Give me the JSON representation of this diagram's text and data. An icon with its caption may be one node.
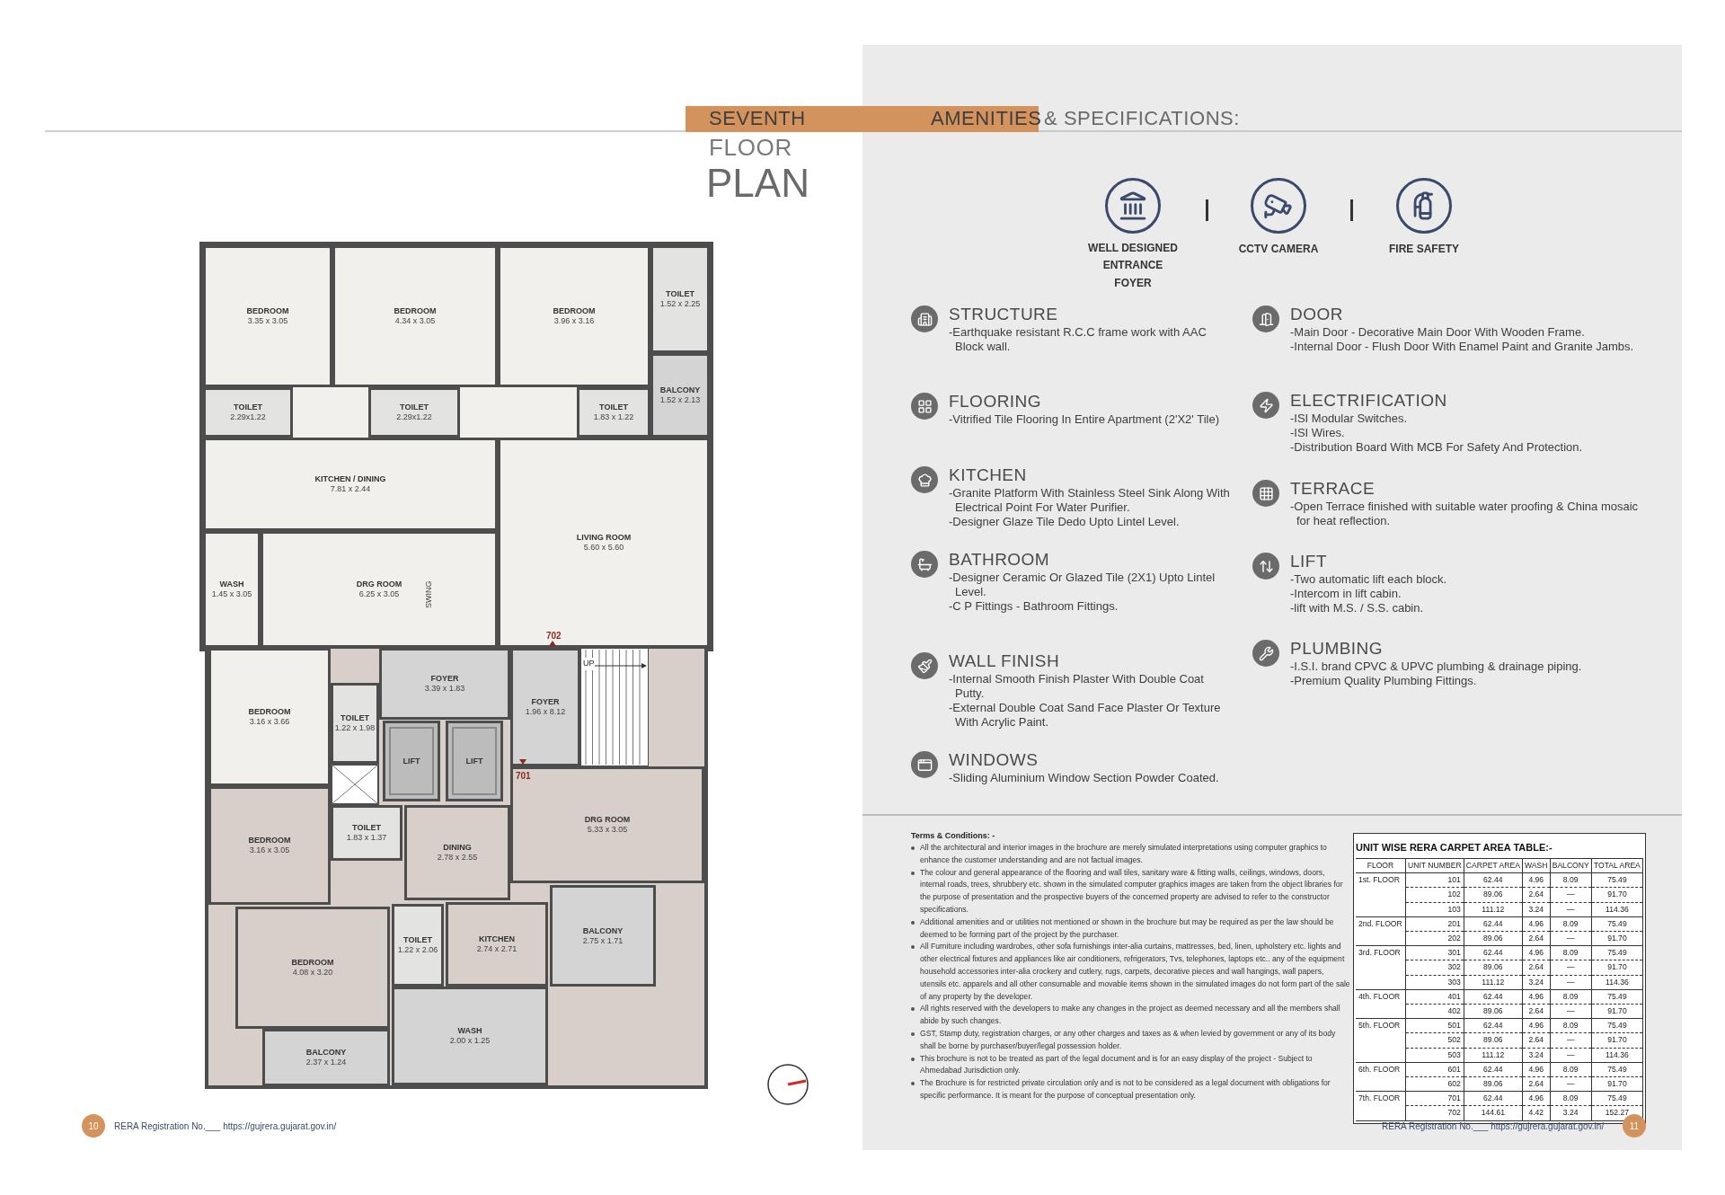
{
  "diagram": {
    "nodes": [
      {
        "text": [
          "BEDROOM",
          "3.35 x 3.05"
        ]
      },
      {
        "text": [
          "BEDROOM",
          "4.34 x 3.05"
        ]
      },
      {
        "text": [
          "BEDROOM",
          "3.96 x 3.16"
        ]
      },
      {
        "text": [
          "TOILET",
          "1.52 x 2.25"
        ]
      },
      {
        "text": [
          "TOILET",
          "2.29x1.22"
        ]
      },
      {
        "text": [
          "TOILET",
          "2.29x1.22"
        ]
      },
      {
        "text": [
          "TOILET",
          "1.83 x 1.22"
        ]
      },
      {
        "text": [
          "BALCONY",
          "1.52 x 2.13"
        ]
      },
      {
        "text": [
          "KITCHEN / DINING",
          "7.81 x 2.44"
        ]
      },
      {
        "text": [
          "LIVING ROOM",
          "5.60 x 5.60"
        ]
      },
      {
        "text": [
          "WASH",
          "1.45 x 3.05"
        ]
      },
      {
        "text": [
          "DRG ROOM",
          "6.25 x 3.05"
        ]
      },
      {
        "text": [
          "BEDROOM",
          "3.16 x 3.66"
        ]
      },
      {
        "text": [
          "FOYER",
          "3.39 x 1.83"
        ]
      },
      {
        "text": [
          "FOYER",
          "1.96 x 8.12"
        ]
      },
      {
        "text": [
          "TOILET",
          "1.22 x 1.98"
        ]
      },
      {
        "text": [
          "LIFT"
        ]
      },
      {
        "text": [
          "LIFT"
        ]
      },
      {
        "text": [
          "TOILET",
          "1.83 x 1.37"
        ]
      },
      {
        "text": [
          "DRG ROOM",
          "5.33 x 3.05"
        ]
      },
      {
        "text": [
          "BEDROOM",
          "3.16 x 3.05"
        ]
      },
      {
        "text": [
          "DINING",
          "2.78 x 2.55"
        ]
      },
      {
        "text": [
          "BEDROOM",
          "4.08 x 3.20"
        ]
      },
      {
        "text": [
          "TOILET",
          "1.22 x 2.06"
        ]
      },
      {
        "text": [
          "KITCHEN",
          "2.74 x 2.71"
        ]
      },
      {
        "text": [
          "BALCONY",
          "2.75 x 1.71"
        ]
      },
      {
        "text": [
          "WASH",
          "2.00 x 1.25"
        ]
      },
      {
        "text": [
          "BALCONY",
          "2.37 x 1.24"
        ]
      }
    ],
    "labels": [
      "SEVENTH",
      "FLOOR",
      "PLAN",
      "AMENITIES",
      "& SPECIFICATIONS:",
      "WELL DESIGNED ENTRANCE FOYER",
      "CCTV CAMERA",
      "FIRE SAFETY",
      "STRUCTURE",
      "-Earthquake resistant R.C.C frame work with AAC Block wall.",
      "FLOORING",
      "-Vitrified Tile Flooring In Entire Apartment (2'X2' Tile)",
      "KITCHEN",
      "-Granite Platform With Stainless Steel Sink Along With Electrical Point For Water Purifier.",
      "-Designer Glaze Tile Dedo Upto Lintel Level.",
      "BATHROOM",
      "-Designer Ceramic Or Glazed Tile (2X1) Upto Lintel Level.",
      "-C P Fittings - Bathroom Fittings.",
      "WALL FINISH",
      "-Internal Smooth Finish Plaster With Double Coat Putty.",
      "-External Double Coat Sand Face Plaster Or Texture With Acrylic Paint.",
      "WINDOWS",
      "-Sliding Aluminium Window Section Powder Coated.",
      "DOOR",
      "-Main Door - Decorative Main Door With Wooden Frame.",
      "-Internal Door - Flush Door With Enamel Paint and Granite Jambs.",
      "ELECTRIFICATION",
      "-ISI Modular Switches.",
      "-ISI Wires.",
      "-Distribution Board With MCB For Safety And Protection.",
      "TERRACE",
      "-Open Terrace finished with suitable water proofing & China mosaic for heat reflection.",
      "LIFT",
      "-Two automatic lift each block.",
      "-Intercom in lift cabin.",
      "-lift with M.S. / S.S. cabin.",
      "PLUMBING",
      "-I.S.I. brand CPVC & UPVC plumbing & drainage piping.",
      "-Premium Quality Plumbing Fittings.",
      "Terms & Conditions: -",
      "All the architectural and interior images in the brochure are merely simulated interpretations using computer graphics to enhance the customer understanding and are not factual images.",
      "The colour and general appearance of the flooring and wall tiles, sanitary ware & fitting walls, ceilings, windows, doors, internal roads, trees, shrubbery etc. shown in the simulated computer graphics images are taken from the object libraries for the purpose of presentation and the prospective buyers of the concerned property are advised to refer to the constructor specifications.",
      "Additional amenities and or utilities not mentioned or shown in the brochure but may be required as per the law should be deemed to be forming part of the project by the purchaser.",
      "All Furniture including wardrobes, other sofa furnishings inter-alia curtains, mattresses, bed, linen, upholstery etc. lights and other electrical fixtures and appliances like air conditioners, refrigerators, Tvs, telephones, laptops etc.. any of the equipment household accessories inter-alia crockery and cutlery, rugs, carpets, decorative pieces and wall hangings, wall papers, utensils etc. apparels and all other consumable and movable items shown in the simulated images do not form part of the sale of any property by the developer.",
      "All rights reserved with the developers to make any changes in the project as deemed necessary and all the members shall abide by such changes.",
      "GST, Stamp duty, registration charges, or any other charges and taxes as & when levied by government or any of its body shall be borne by purchaser/buyer/legal possession holder.",
      "This brochure is not to be treated as part of the legal document and is for an easy display of the project - Subject to Ahmedabad Jurisdiction only.",
      "The Brochure is for restricted private circulation only and is not to be considered as a legal document with obligations for specific performance. It is meant for the purpose of conceptual presentation only.",
      "UNIT WISE RERA CARPET AREA TABLE:-",
      "FLOOR",
      "UNIT NUMBER",
      "CARPET AREA",
      "WASH",
      "BALCONY",
      "TOTAL AREA",
      "1st. FLOOR",
      "101",
      "62.44",
      "4.96",
      "8.09",
      "75.49",
      "102",
      "89.06",
      "2.64",
      "—",
      "91.70",
      "103",
      "111.12",
      "3.24",
      "—",
      "114.36",
      "2nd. FLOOR",
      "201",
      "62.44",
      "4.96",
      "8.09",
      "75.49",
      "202",
      "89.06",
      "2.64",
      "—",
      "91.70",
      "3rd. FLOOR",
      "301",
      "62.44",
      "4.96",
      "8.09",
      "75.49",
      "302",
      "89.06",
      "2.64",
      "—",
      "91.70",
      "303",
      "111.12",
      "3.24",
      "—",
      "114.36",
      "4th. FLOOR",
      "401",
      "62.44",
      "4.96",
      "8.09",
      "75.49",
      "402",
      "89.06",
      "2.64",
      "—",
      "91.70",
      "5th. FLOOR",
      "501",
      "62.44",
      "4.96",
      "8.09",
      "75.49",
      "502",
      "89.06",
      "2.64",
      "—",
      "91.70",
      "503",
      "111.12",
      "3.24",
      "—",
      "114.36",
      "6th. FLOOR",
      "601",
      "62.44",
      "4.96",
      "8.09",
      "75.49",
      "602",
      "89.06",
      "2.64",
      "—",
      "91.70",
      "7th. FLOOR",
      "701",
      "62.44",
      "4.96",
      "8.09",
      "75.49",
      "702",
      "144.61",
      "4.42",
      "3.24",
      "152.27",
      "10",
      "RERA Registration No.___ https://gujrera.gujarat.gov.in/",
      "RERA Registration No.___ https://gujrera.gujarat.gov.in/",
      "11",
      "SWING",
      "702",
      "UP",
      "701"
    ]
  }
}
